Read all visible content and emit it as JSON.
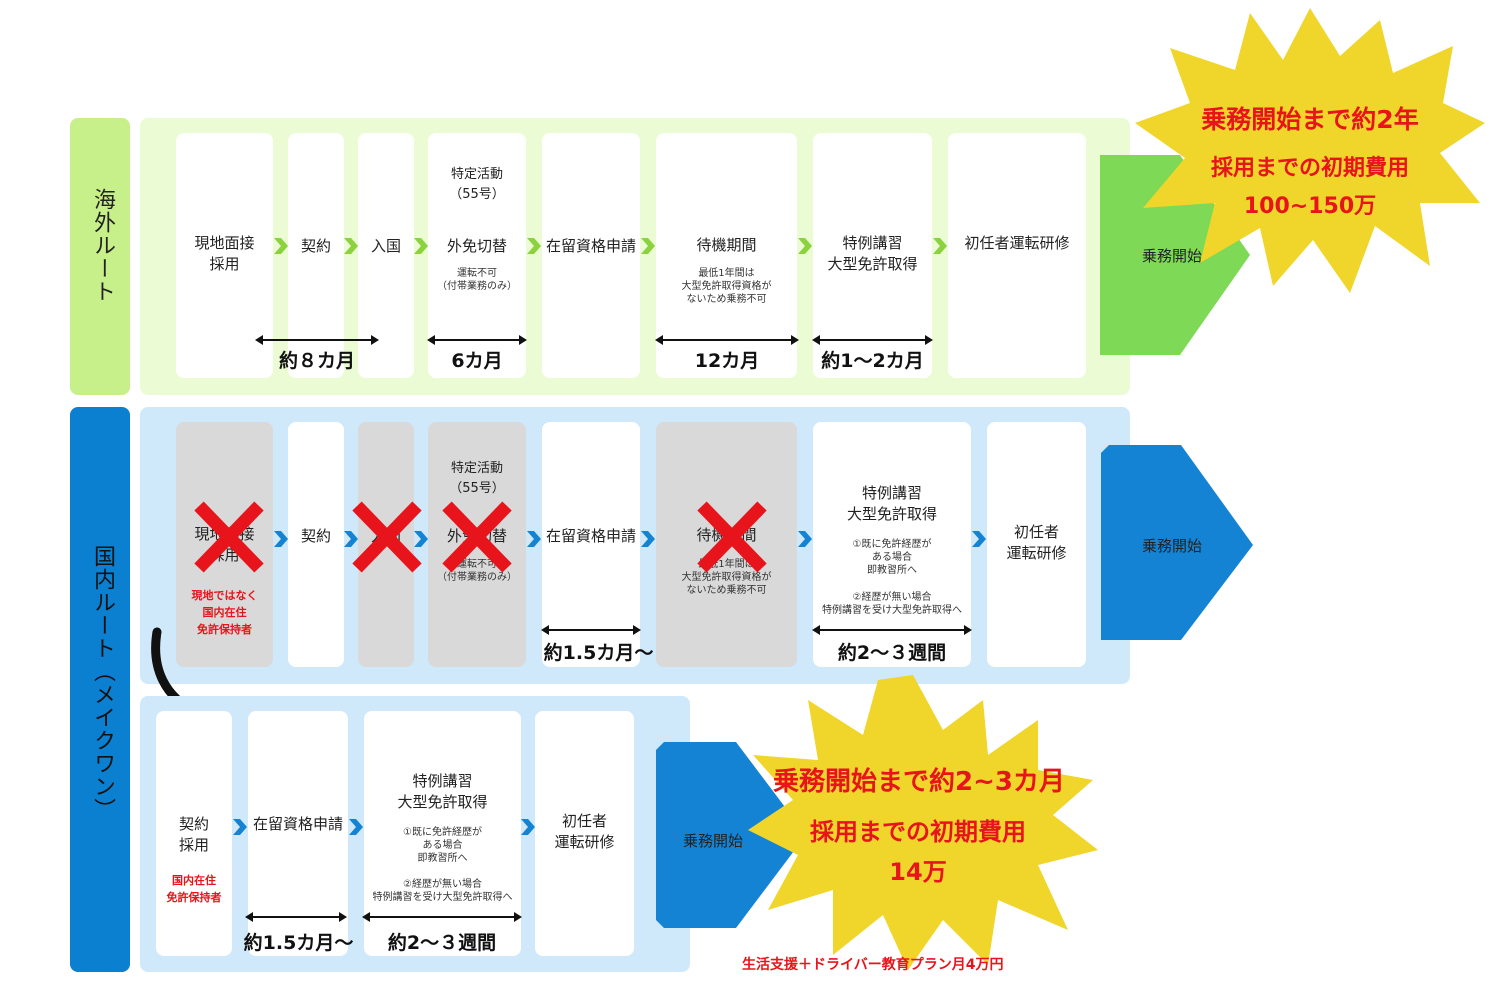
{
  "overseas": {
    "title": "海外ルート",
    "steps": {
      "interview": "現地面接\n採用",
      "contract": "契約",
      "entry": "入国",
      "tokutei": "特定活動\n（55号）",
      "gaimen": "外免切替",
      "gaimen_note": "運転不可\n（付帯業務のみ）",
      "residence": "在留資格申請",
      "waiting": "待機期間",
      "waiting_note": "最低1年間は\n大型免許取得資格が\nないため乗務不可",
      "special": "特例講習\n大型免許取得",
      "training": "初任者運転研修",
      "start": "乗務開始"
    },
    "durations": [
      "約８カ月",
      "6カ月",
      "12カ月",
      "約1～2カ月"
    ]
  },
  "domestic": {
    "title": "国内ルート（メイクワン）",
    "steps": {
      "interview": "現地面接\n採用",
      "interview_note": "現地ではなく\n国内在住\n免許保持者",
      "contract": "契約",
      "entry": "入国",
      "tokutei": "特定活動\n（55号）",
      "gaimen": "外免切替",
      "gaimen_note": "運転不可\n（付帯業務のみ）",
      "residence": "在留資格申請",
      "waiting": "待機期間",
      "waiting_note": "最低1年間は\n大型免許取得資格が\nないため乗務不可",
      "special": "特例講習\n大型免許取得",
      "special_note1": "①既に免許経歴が\nある場合\n即教習所へ",
      "special_note2": "②経歴が無い場合\n特例講習を受け大型免許取得へ",
      "training": "初任者\n運転研修",
      "start": "乗務開始"
    },
    "durations": [
      "約1.5カ月～",
      "約2～３週間"
    ]
  },
  "makeone": {
    "steps": {
      "contract": "契約\n採用",
      "contract_note": "国内在住\n免許保持者",
      "residence": "在留資格申請",
      "special": "特例講習\n大型免許取得",
      "special_note1": "①既に免許経歴が\nある場合\n即教習所へ",
      "special_note2": "②経歴が無い場合\n特例講習を受け大型免許取得へ",
      "training": "初任者\n運転研修",
      "start": "乗務開始"
    },
    "durations": [
      "約1.5カ月～",
      "約2～３週間"
    ]
  },
  "burst_overseas": {
    "line1": "乗務開始まで約2年",
    "line2": "採用までの初期費用",
    "line3": "100~150万"
  },
  "burst_domestic": {
    "line1": "乗務開始まで約2~3カ月",
    "line2": "採用までの初期費用",
    "line3": "14万"
  },
  "footer_note": "生活支援＋ドライバー教育プラン月4万円",
  "colors": {
    "green_light": "#ebfcd4",
    "green_tab": "#c8f08a",
    "green_accent": "#7ed957",
    "blue_light": "#cfe9fb",
    "blue_tab": "#0b7fd0",
    "blue_accent": "#1583d3",
    "burst": "#f0d52a",
    "red": "#e8141c"
  }
}
